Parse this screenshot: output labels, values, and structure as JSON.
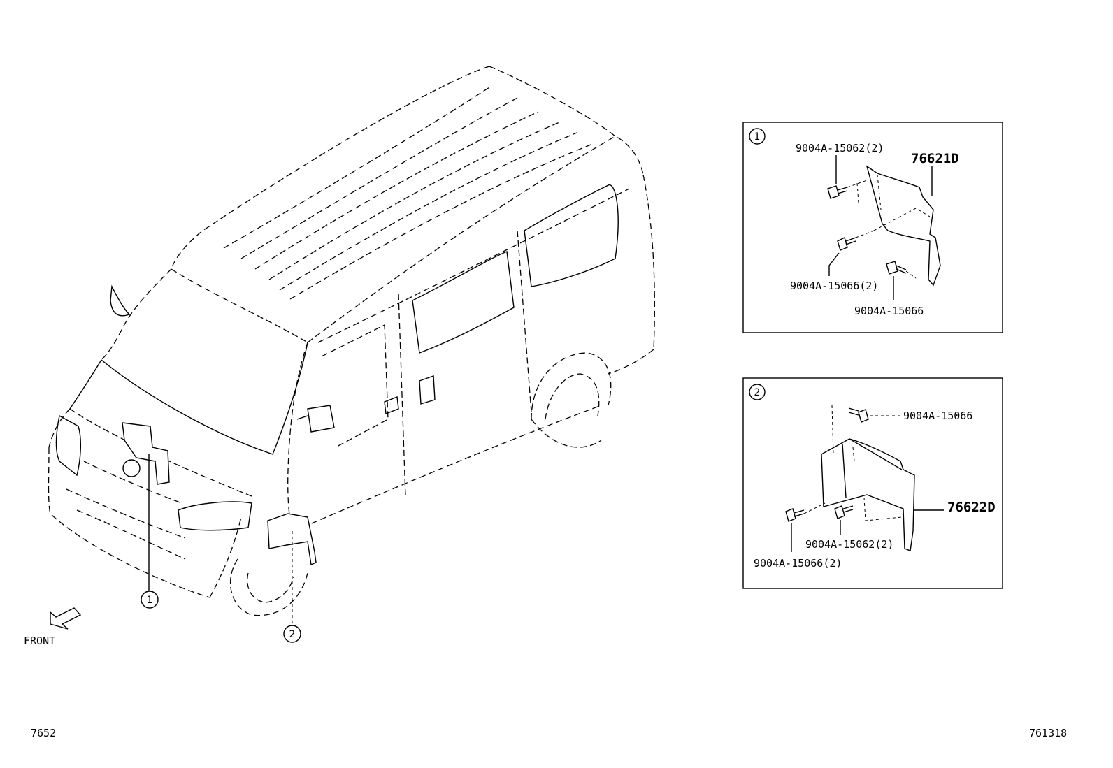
{
  "markers": {
    "one": "1",
    "two": "2"
  },
  "front_label": "FRONT",
  "footer": {
    "left_code": "7652",
    "right_code": "761318"
  },
  "panel1": {
    "part_number": "76621D",
    "bolt_top": "9004A-15062(2)",
    "bolt_mid": "9004A-15066(2)",
    "bolt_bottom": "9004A-15066"
  },
  "panel2": {
    "part_number": "76622D",
    "bolt_top": "9004A-15066",
    "bolt_right": "9004A-15062(2)",
    "bolt_left": "9004A-15066(2)"
  }
}
